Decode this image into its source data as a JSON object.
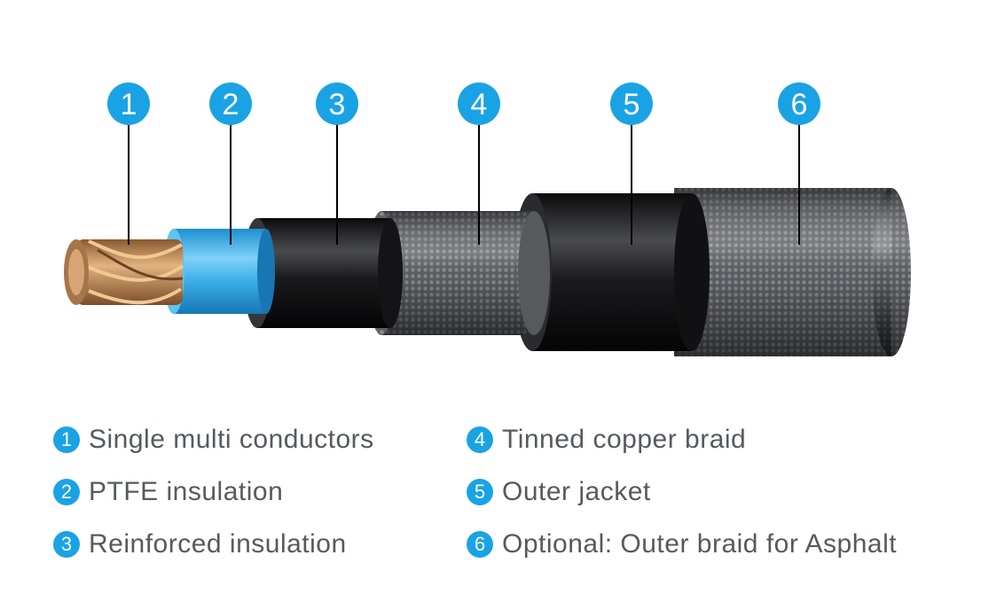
{
  "callouts": [
    {
      "number": "1",
      "label": "Single multi conductors"
    },
    {
      "number": "2",
      "label": "PTFE insulation"
    },
    {
      "number": "3",
      "label": "Reinforced insulation"
    },
    {
      "number": "4",
      "label": "Tinned copper braid"
    },
    {
      "number": "5",
      "label": "Outer jacket"
    },
    {
      "number": "6",
      "label": "Optional: Outer braid for Asphalt"
    }
  ],
  "colors": {
    "badge": "#1aa3e4",
    "text": "#555a5f",
    "copper": "#c8905a",
    "ptfe": "#3fb4ec",
    "jacket": "#1d1d1f",
    "braid": "#6f7276"
  }
}
